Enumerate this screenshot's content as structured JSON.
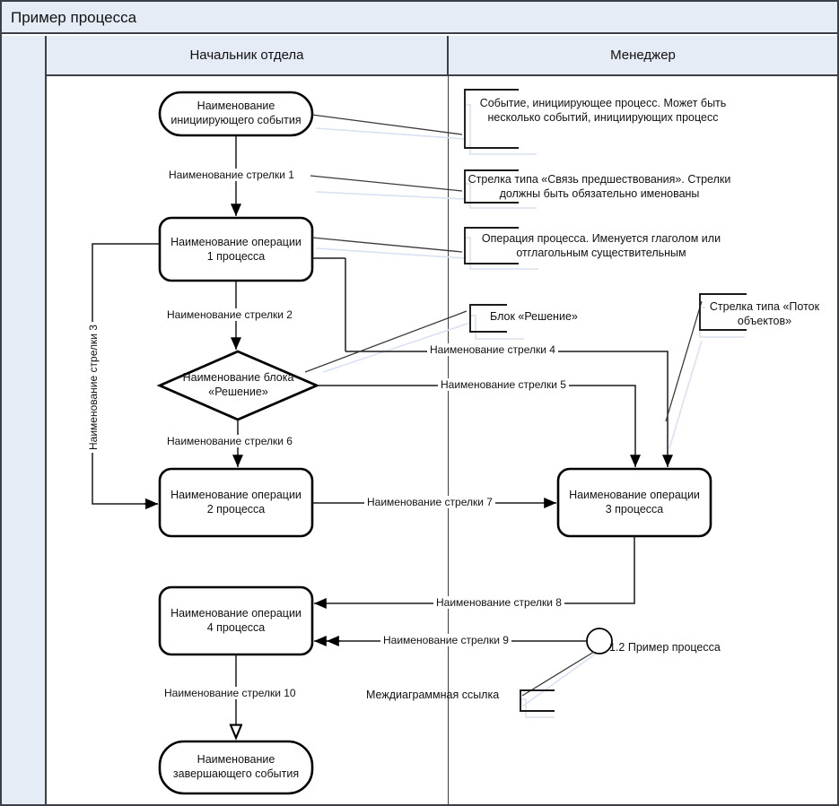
{
  "window": {
    "title": "Пример процесса"
  },
  "lanes": [
    {
      "id": "lane-1",
      "label": "Начальник отдела"
    },
    {
      "id": "lane-2",
      "label": "Менеджер"
    }
  ],
  "nodes": {
    "start_event": {
      "type": "event",
      "label": "Наименование\nинициирующего события"
    },
    "operation_1": {
      "type": "operation",
      "label": "Наименование операции\n1 процесса"
    },
    "decision": {
      "type": "decision",
      "label": "Наименование блока\n«Решение»"
    },
    "operation_2": {
      "type": "operation",
      "label": "Наименование операции\n2 процесса"
    },
    "operation_3": {
      "type": "operation",
      "label": "Наименование операции\n3 процесса"
    },
    "operation_4": {
      "type": "operation",
      "label": "Наименование операции\n4 процесса"
    },
    "end_event": {
      "type": "event",
      "label": "Наименование\nзавершающего события"
    },
    "offpage_ref": {
      "type": "reference",
      "label": "1.2 Пример процесса"
    }
  },
  "edges": {
    "arrow_1": "Наименование стрелки 1",
    "arrow_2": "Наименование стрелки 2",
    "arrow_3": "Наименование стрелки 3",
    "arrow_4": "Наименование стрелки 4",
    "arrow_5": "Наименование стрелки 5",
    "arrow_6": "Наименование стрелки 6",
    "arrow_7": "Наименование стрелки 7",
    "arrow_8": "Наименование стрелки 8",
    "arrow_9": "Наименование стрелки 9",
    "arrow_10": "Наименование стрелки 10"
  },
  "annotations": {
    "start_event_note": "Событие, инициирующее процесс. Может быть несколько событий, инициирующих процесс",
    "precedence_note": "Стрелка типа «Связь предшествования». Стрелки должны быть обязательно именованы",
    "operation_note": "Операция процесса. Именуется глаголом или отглагольным существительным",
    "decision_note": "Блок «Решение»",
    "objectflow_note": "Стрелка типа «Поток объектов»",
    "interdiagram_note": "Междиаграммная ссылка"
  },
  "colors": {
    "header_fill": "#e6ecf6",
    "frame_stroke": "#3a3f4a",
    "shape_stroke": "#000000",
    "shadow": "#d8e2f2"
  }
}
